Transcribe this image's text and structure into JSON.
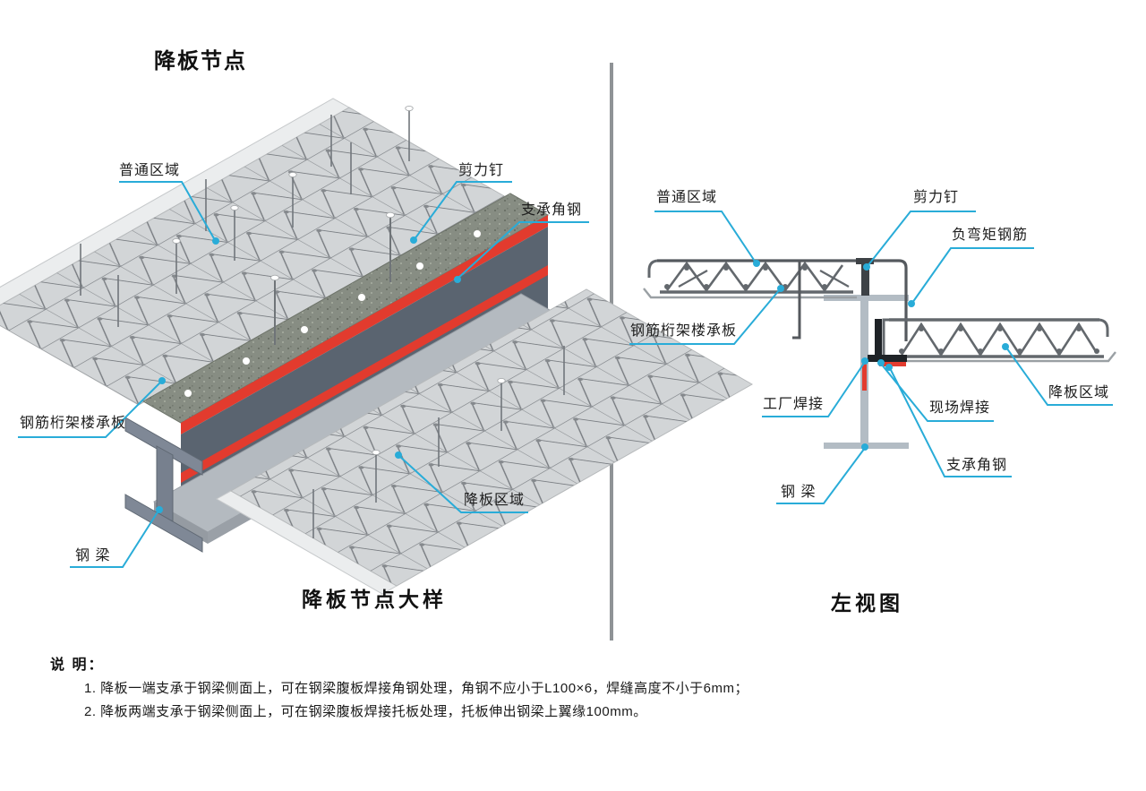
{
  "page": {
    "title": "降板节点"
  },
  "left_view": {
    "caption": "降板节点大样",
    "labels": [
      {
        "text": "普通区域"
      },
      {
        "text": "剪力钉"
      },
      {
        "text": "支承角钢"
      },
      {
        "text": "钢筋桁架楼承板"
      },
      {
        "text": "降板区域"
      },
      {
        "text": "钢 梁"
      }
    ]
  },
  "right_view": {
    "caption": "左视图",
    "labels": [
      {
        "text": "普通区域"
      },
      {
        "text": "剪力钉"
      },
      {
        "text": "负弯矩钢筋"
      },
      {
        "text": "钢筋桁架楼承板"
      },
      {
        "text": "工厂焊接"
      },
      {
        "text": "现场焊接"
      },
      {
        "text": "降板区域"
      },
      {
        "text": "支承角钢"
      },
      {
        "text": "钢 梁"
      }
    ]
  },
  "notes": {
    "heading": "说 明：",
    "items": [
      "1. 降板一端支承于钢梁侧面上，可在钢梁腹板焊接角钢处理，角钢不应小于L100×6，焊缝高度不小于6mm；",
      "2. 降板两端支承于钢梁侧面上，可在钢梁腹板焊接托板处理，托板伸出钢梁上翼缘100mm。"
    ]
  },
  "colors": {
    "leader": "#29acd8",
    "weld_red": "#e23b2e",
    "steel_dark": "#63686d",
    "steel_light": "#b3bcc4",
    "deck_light": "#d2d5d7",
    "concrete_strip": "#878d83",
    "divider": "#8f9396"
  }
}
